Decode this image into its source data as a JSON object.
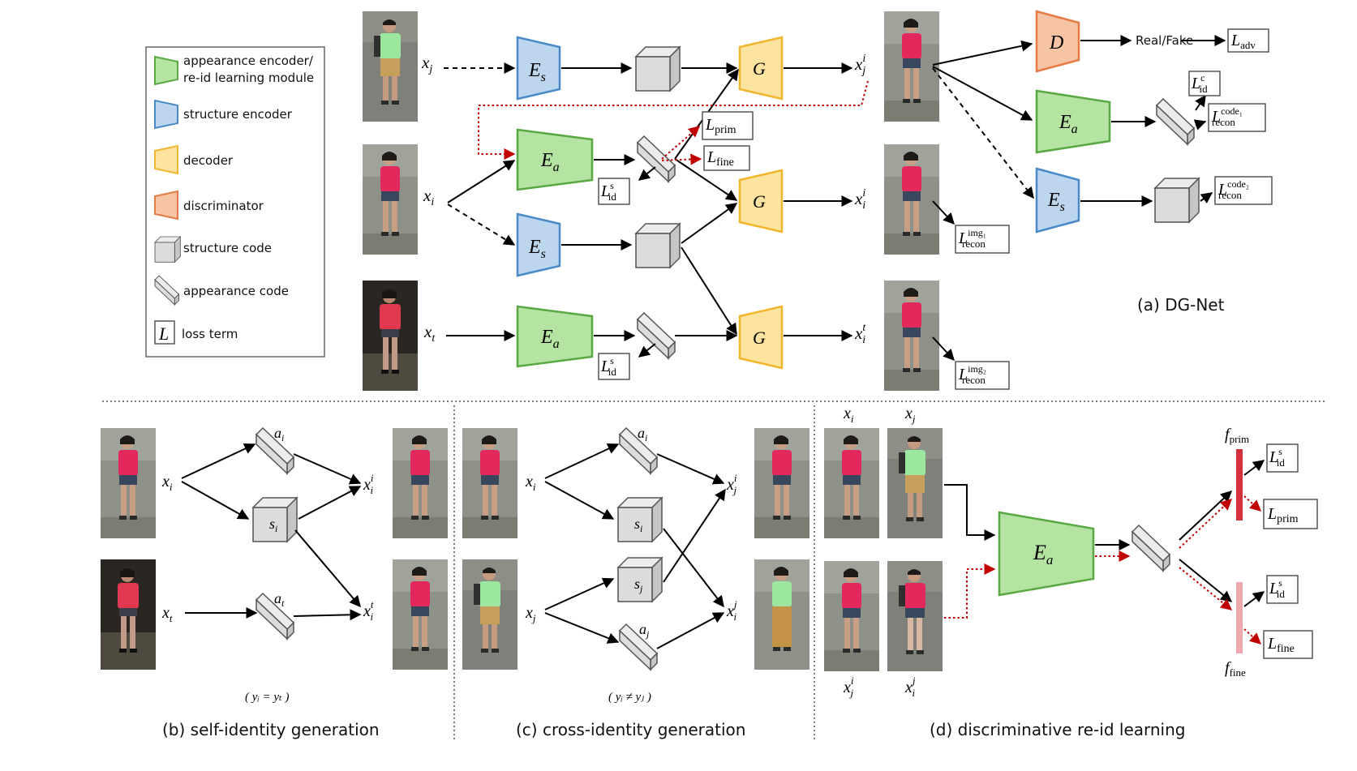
{
  "legend": {
    "appearance_encoder": "appearance encoder/\nre-id learning module",
    "structure_encoder": "structure encoder",
    "decoder": "decoder",
    "discriminator": "discriminator",
    "structure_code": "structure code",
    "appearance_code": "appearance code",
    "loss_symbol": "L",
    "loss_term": "loss term"
  },
  "colors": {
    "appearance_encoder": "#b5e3a1",
    "appearance_encoder_border": "#5aa843",
    "structure_encoder": "#bcd6ee",
    "structure_encoder_border": "#4a8ac8",
    "decoder": "#fde3a0",
    "decoder_border": "#f2b52e",
    "discriminator": "#f7c3a5",
    "discriminator_border": "#e57b45",
    "arrow_red": "#c00000",
    "f_prim_bar": "#d32f3c",
    "f_fine_bar": "#eda7ad"
  },
  "panel_a": {
    "caption": "(a) DG-Net",
    "inputs": [
      "x_j",
      "x_i",
      "x_t"
    ],
    "outputs": [
      "x_j^i",
      "x_i^i",
      "x_i^t"
    ],
    "encoders": {
      "Es": "E_s",
      "Ea": "E_a",
      "G": "G",
      "D": "D"
    },
    "real_fake": "Real/Fake",
    "losses": {
      "adv": "adv",
      "prim": "prim",
      "fine": "fine",
      "id_s": "s",
      "id_c": "c",
      "recon_code1": "code₁",
      "recon_code2": "code₂",
      "recon_img1": "img₁",
      "recon_img2": "img₂",
      "id_sub": "id",
      "recon_sub": "recon"
    }
  },
  "panel_b": {
    "caption": "(b)  self-identity generation",
    "condition": "( yᵢ = yₜ )",
    "nodes": [
      "a_i",
      "s_i",
      "a_t"
    ],
    "inputs": [
      "x_i",
      "x_t"
    ],
    "outputs": [
      "x_i^i",
      "x_i^t"
    ]
  },
  "panel_c": {
    "caption": "(c)  cross-identity generation",
    "condition": "( yᵢ ≠ yⱼ )",
    "nodes": [
      "a_i",
      "s_i",
      "s_j",
      "a_j"
    ],
    "inputs": [
      "x_i",
      "x_j"
    ],
    "outputs": [
      "x_j^i",
      "x_i^j"
    ]
  },
  "panel_d": {
    "caption": "(d)  discriminative re-id learning",
    "top_labels": [
      "x_i",
      "x_j"
    ],
    "bottom_labels": [
      "x_j^i",
      "x_i^j"
    ],
    "encoder": "E_a",
    "f_prim": "prim",
    "f_fine": "fine"
  }
}
